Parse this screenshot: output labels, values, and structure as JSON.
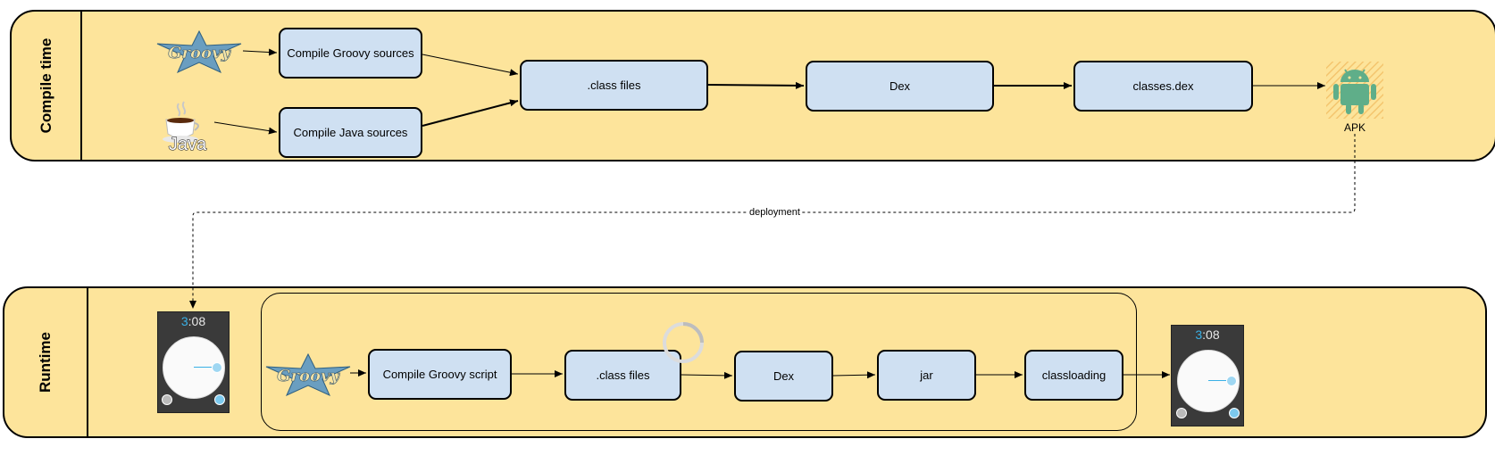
{
  "lanes": {
    "compile": {
      "title": "Compile time"
    },
    "runtime": {
      "title": "Runtime"
    }
  },
  "compile_time": {
    "logos": {
      "groovy": "Groovy",
      "java": "Java"
    },
    "boxes": {
      "compile_groovy": "Compile Groovy sources",
      "compile_java": "Compile Java sources",
      "class_files": ".class files",
      "dex": "Dex",
      "classes_dex": "classes.dex"
    },
    "apk": {
      "label": "APK",
      "icon": "android-icon"
    }
  },
  "edge_labels": {
    "deployment": "deployment"
  },
  "runtime": {
    "phone_left": {
      "time_hour": "3",
      "time_rest": ":08"
    },
    "logos": {
      "groovy": "Groovy"
    },
    "boxes": {
      "compile_script": "Compile Groovy script",
      "class_files": ".class files",
      "dex": "Dex",
      "jar": "jar",
      "classloading": "classloading"
    },
    "phone_right": {
      "time_hour": "3",
      "time_rest": ":08"
    }
  },
  "colors": {
    "lane_fill": "#fde49b",
    "box_fill": "#cfe0f2",
    "android_green": "#5fae89",
    "groovy_blue": "#4e8fb8",
    "groovy_star": "#6a9ec0"
  }
}
